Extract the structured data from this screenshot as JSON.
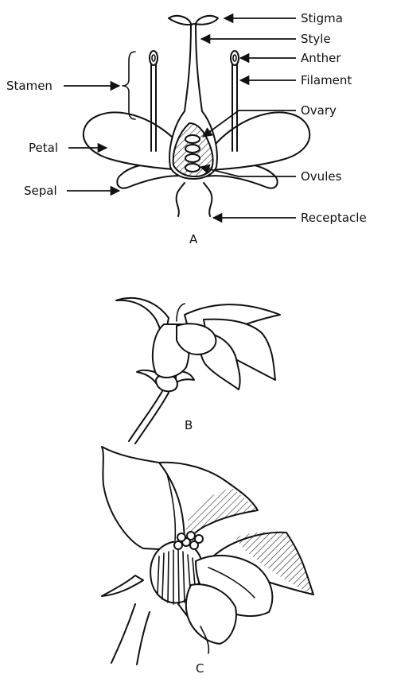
{
  "figure": {
    "panels": {
      "a": {
        "caption": "A"
      },
      "b": {
        "caption": "B"
      },
      "c": {
        "caption": "C"
      }
    },
    "labels": {
      "stigma": "Stigma",
      "style": "Style",
      "anther": "Anther",
      "filament": "Filament",
      "stamen": "Stamen",
      "ovary": "Ovary",
      "petal": "Petal",
      "ovules": "Ovules",
      "sepal": "Sepal",
      "receptacle": "Receptacle"
    }
  }
}
